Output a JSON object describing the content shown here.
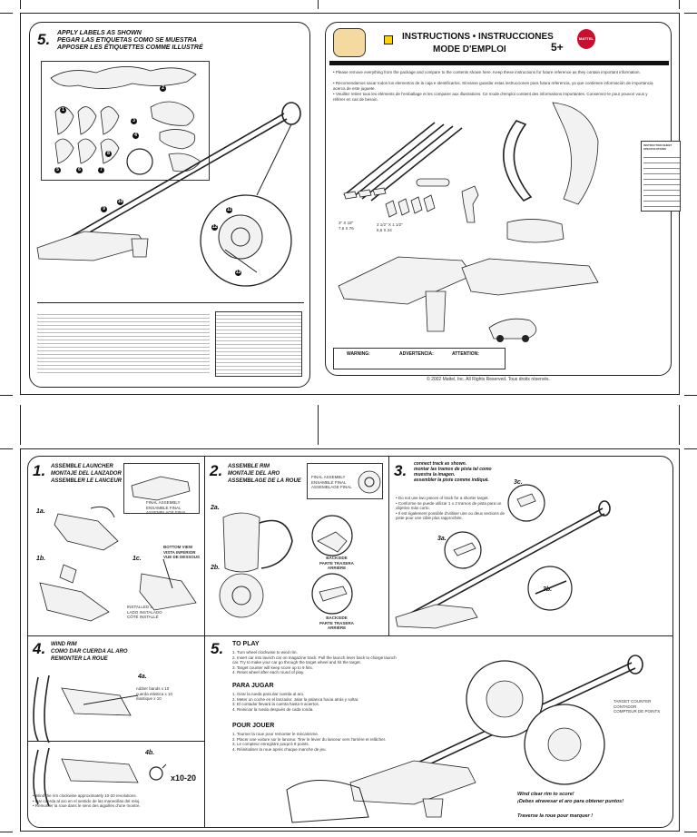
{
  "top": {
    "step5_label": {
      "number": "5.",
      "text": "APPLY LABELS AS SHOWN\nPEGAR LAS ETIQUETAS COMO SE MUESTRA\nAPPOSER LES ÉTIQUETTES COMME ILLUSTRÉ"
    },
    "label_marks": [
      "1",
      "2",
      "3",
      "4",
      "5",
      "6",
      "7",
      "8",
      "9",
      "10",
      "11",
      "12",
      "13"
    ],
    "instructions_title": "INSTRUCTIONS • INSTRUCCIONES",
    "instructions_subtitle": "MODE D'EMPLOI",
    "age": "5+",
    "brand": "MATTEL",
    "intro_en": "• Please remove everything from the package and compare to the contents shown here. Keep these instructions for future reference as they contain important information.",
    "intro_es": "• Recomendamos sacar todos los elementos de la caja e identificarlos. Sírvanse guardar estas instrucciones para futura referencia, ya que contienen información de importancia acerca de este juguete.",
    "intro_fr": "• Veuillez retirer tous les éléments de l'emballage et les comparer aux illustrations. Ce mode d'emploi contient des informations importantes. Conservez-le pour pouvoir vous y référer en cas de besoin.",
    "track_size_1": "3\" X 18\"\n7,6 X 76",
    "track_size_2": "3 1/2\" X 1 1/2\"\n8,6 X 24",
    "warning_1": "WARNING:",
    "warning_2": "ADVERTENCIA:",
    "warning_3": "ATTENTION:",
    "copyright": "© 2002 Mattel, Inc. All Rights Reserved. Tous droits réservés.",
    "side_card_title": "INSTRUCTION SHEET\nSPECIFICATIONS",
    "side_card_rows": [
      "Pg.",
      "Pages",
      "Colors",
      "Finish",
      "Trim",
      "Fold",
      "Stock",
      "Paper",
      "Code",
      "Date"
    ]
  },
  "bottom": {
    "step1": {
      "number": "1.",
      "text": "ASSEMBLE LAUNCHER\nMONTAJE DEL LANZADOR\nASSEMBLER LE LANCEUR",
      "final": "FINAL ASSEMBLY\nENSAMBLE FINAL\nASSEMBLAGE FINAL",
      "a": "1a.",
      "b": "1b.",
      "c": "1c.",
      "bottom_view": "BOTTOM VIEW\nVISTA INFERIOR\nVUE DE DESSOUS",
      "note": "INSTALLED SIDE\nLADO INSTALADO\nCÔTÉ INSTALLÉ"
    },
    "step2": {
      "number": "2.",
      "text": "ASSEMBLE RIM\nMONTAJE DEL ARO\nASSEMBLAGE DE LA ROUE",
      "final": "FINAL ASSEMBLY\nENSAMBLE FINAL\nASSEMBLAGE FINAL",
      "a": "2a.",
      "b": "2b.",
      "back1": "BACKSIDE\nPARTE TRASERA\nARRIÈRE",
      "back2": "BACKSIDE\nPARTE TRASERA\nARRIÈRE"
    },
    "step3": {
      "number": "3.",
      "text": "connect track as shown.\nmontar las tramos de pista tal como\nmuestra la imagen.\nassembler la piste comme indiqué.",
      "a": "3a.",
      "b": "3b.",
      "c": "3c.",
      "note": "• Do not use two pieces of track for a shorter target.\n• Conforme se puede utilizar 1 o 2 tramos de pista para un objetivo más corto.\n• Il est également possible d'utiliser une ou deux sections de piste pour une cible plus rapprochée."
    },
    "step4": {
      "number": "4.",
      "text": "WIND RIM\nCOMO DAR CUERDA AL ARO\nREMONTER LA ROUE",
      "a": "4a.",
      "b": "4b.",
      "count": "x10-20",
      "side_note": "rubber bands x 10\ncuerda elástica x 10\nélastique x 10",
      "note": "• Wind the rim clockwise approximately 10-20 revolutions.\n• Dar cuerda al aro en el sentido de las manecillas del reloj.\n• Remonter la roue dans le sens des aiguilles d'une montre."
    },
    "step5": {
      "number": "5.",
      "to_play": "TO PLAY",
      "to_play_items": "1. Turn wheel clockwise to wind rim.\n2. Insert car into launch car on magazine track. Pull the launch lever back to charge launch\n   car. Try to make your car go through the target wheel and hit the target.\n3. Target counter will keep score up to 9 hits.\n4. Reset wheel after each round of play.",
      "para_jugar": "PARA JUGAR",
      "para_items": "1. Girar la rueda para dar cuerda al aro.\n2. Meter un coche en el lanzador. Jalar la palanca hacia atrás y soltar.\n3. El contador llevará la cuenta hasta 9 aciertos.\n4. Reiniciar la rueda después de cada ronda.",
      "pour_jouer": "POUR JOUER",
      "pour_items": "1. Tourner la roue pour remonter le mécanisme.\n2. Placer une voiture sur le lanceur. Tirer le levier du lanceur vers l'arrière et relâcher.\n3. Le compteur enregistre jusqu'à 9 points.\n4. Réinitialiser la roue après chaque manche de jeu.",
      "target_counter": "TARGET COUNTER\nCONTADOR\nCOMPTEUR DE POINTS",
      "slogan_en": "Wind clear rim to score!",
      "slogan_es": "¡Debes atravesar el aro para obtener puntos!",
      "slogan_fr": "Traverse la roue pour marquer !"
    }
  }
}
